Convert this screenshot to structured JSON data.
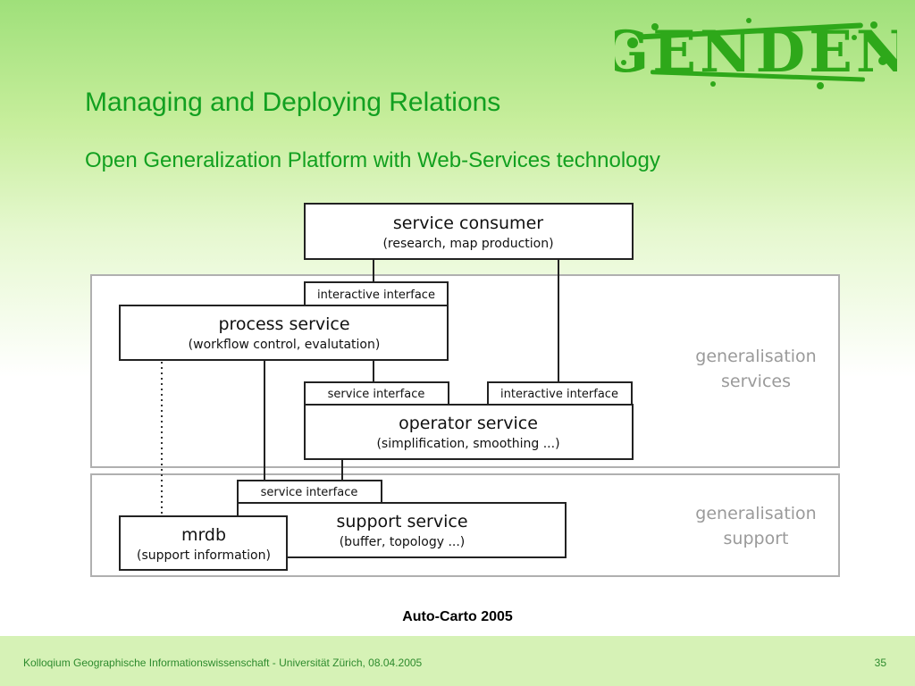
{
  "slide": {
    "title": "Managing and Deploying Relations",
    "subtitle": "Open Generalization Platform with Web-Services technology",
    "credit": "Auto-Carto 2005",
    "footer": "Kolloqium Geographische Informationswissenschaft - Universität Zürich, 08.04.2005",
    "page_number": "35"
  },
  "logo": {
    "text": "GENDEN",
    "icon": "project-logo",
    "color": "#2ea81a"
  },
  "diagram": {
    "service_consumer": {
      "title": "service consumer",
      "subtitle": "(research, map production)"
    },
    "process_service": {
      "interface": "interactive interface",
      "title": "process service",
      "subtitle": "(workflow control, evalutation)"
    },
    "operator_service": {
      "interface_left": "service interface",
      "interface_right": "interactive interface",
      "title": "operator service",
      "subtitle": "(simplification, smoothing ...)"
    },
    "support_service": {
      "interface": "service interface",
      "title": "support service",
      "subtitle": "(buffer, topology ...)"
    },
    "mrdb": {
      "title": "mrdb",
      "subtitle": "(support information)"
    },
    "groups": {
      "services": {
        "line1": "generalisation",
        "line2": "services"
      },
      "support": {
        "line1": "generalisation",
        "line2": "support"
      }
    }
  },
  "colors": {
    "accent": "#12a020",
    "footer_text": "#2e8b2e",
    "group_label": "#9a9a9a"
  }
}
